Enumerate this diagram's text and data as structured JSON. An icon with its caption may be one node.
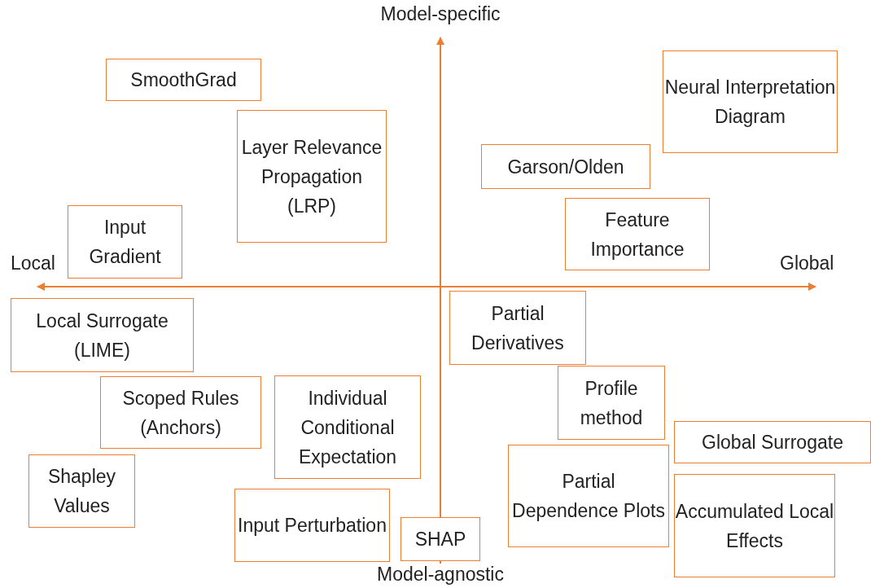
{
  "diagram": {
    "nodes": [
      {
        "text": [
          "SmoothGrad"
        ]
      },
      {
        "text": [
          "Layer Relevance Propagation (LRP)"
        ]
      },
      {
        "text": [
          "Neural Interpretation Diagram"
        ]
      },
      {
        "text": [
          "Garson/Olden"
        ]
      },
      {
        "text": [
          "Feature Importance"
        ]
      },
      {
        "text": [
          "Input Gradient"
        ]
      },
      {
        "text": [
          "Local Surrogate (LIME)"
        ]
      },
      {
        "text": [
          "Partial Derivatives"
        ]
      },
      {
        "text": [
          "Scoped Rules (Anchors)"
        ]
      },
      {
        "text": [
          "Individual Conditional Expectation"
        ]
      },
      {
        "text": [
          "Profile method"
        ]
      },
      {
        "text": [
          "Global Surrogate"
        ]
      },
      {
        "text": [
          "Shapley Values"
        ]
      },
      {
        "text": [
          "Partial Dependence Plots"
        ]
      },
      {
        "text": [
          "Accumulated Local Effects"
        ]
      },
      {
        "text": [
          "Input Perturbation"
        ]
      },
      {
        "text": [
          "SHAP"
        ]
      }
    ],
    "edges": [],
    "labels": [
      "Model-specific",
      "Local",
      "Global",
      "Model-agnostic"
    ]
  }
}
